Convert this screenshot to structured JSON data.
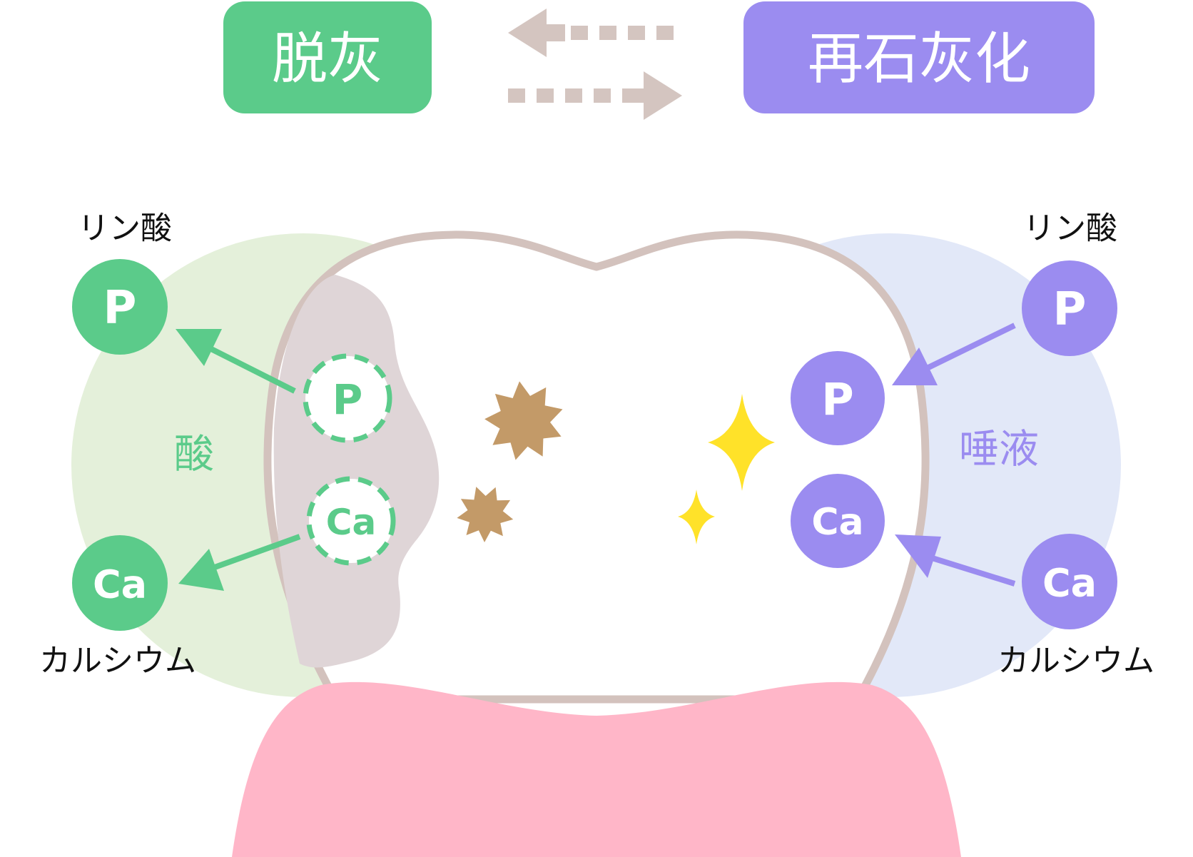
{
  "header": {
    "demineralization_label": "脱灰",
    "remineralization_label": "再石灰化"
  },
  "left_side": {
    "region_label": "酸",
    "phosphate_label": "リン酸",
    "calcium_label": "カルシウム",
    "phosphate_symbol": "P",
    "calcium_symbol": "Ca",
    "tooth_phosphate_symbol": "P",
    "tooth_calcium_symbol": "Ca"
  },
  "right_side": {
    "region_label": "唾液",
    "phosphate_label": "リン酸",
    "calcium_label": "カルシウム",
    "phosphate_symbol": "P",
    "calcium_symbol": "Ca",
    "tooth_phosphate_symbol": "P",
    "tooth_calcium_symbol": "Ca"
  },
  "colors": {
    "demineralization": "#5bcb8a",
    "remineralization": "#9b8cf0",
    "acid_zone": "#e4f0da",
    "saliva_zone": "#e2e8f8",
    "tooth_outline": "#d3c2bd",
    "decay_area": "#dfd5d7",
    "stain": "#c39a68",
    "sparkle": "#ffe229",
    "gum": "#ffb6c8",
    "arrow_neutral": "#d4c5c0"
  },
  "icons": [
    "sparkle-icon",
    "stain-icon"
  ]
}
